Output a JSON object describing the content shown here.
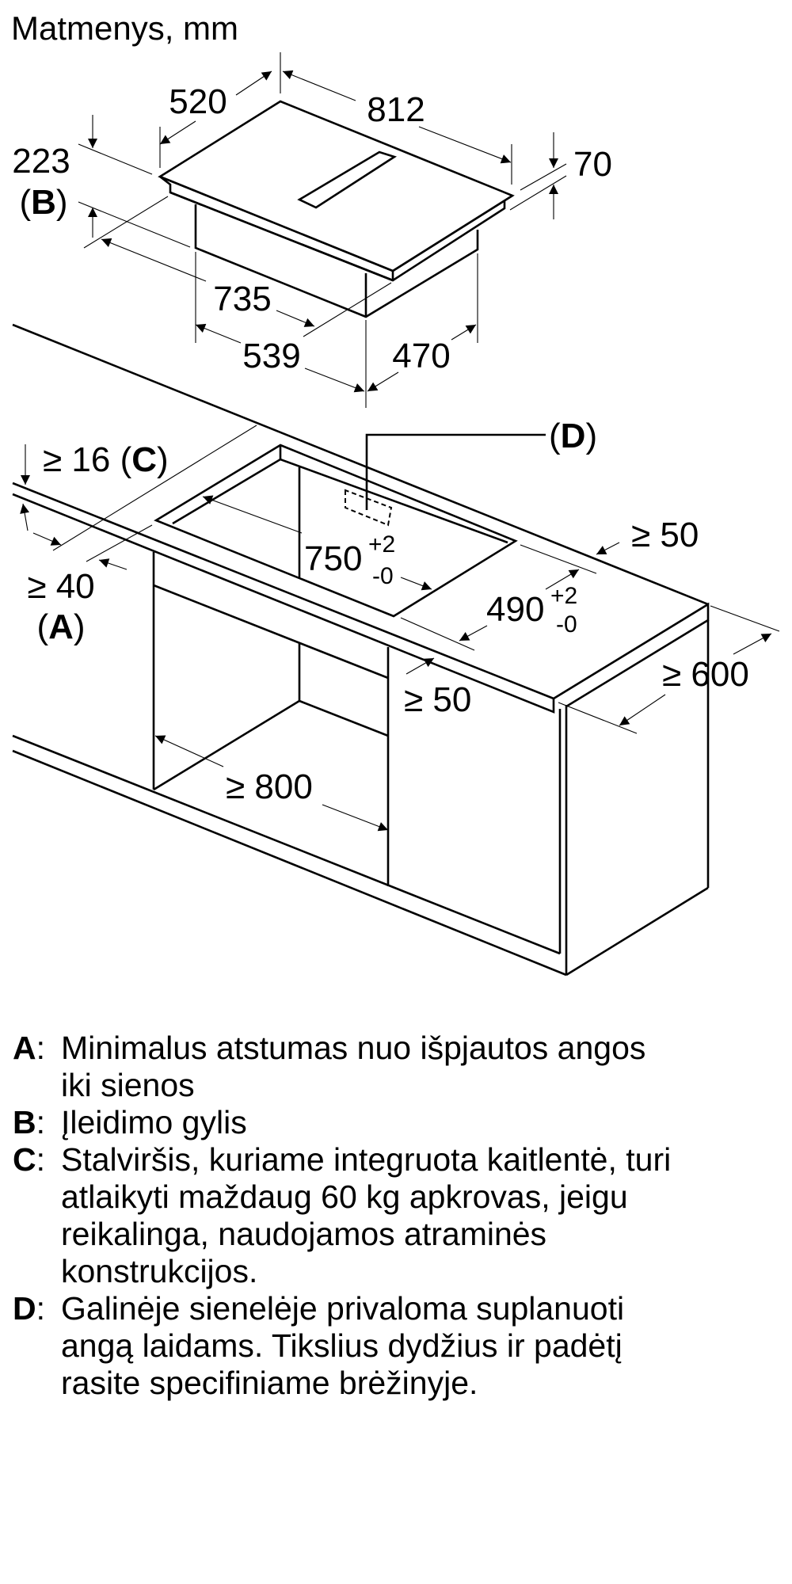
{
  "title": "Matmenys, mm",
  "paren": [
    "(",
    ")"
  ],
  "hob": {
    "depth": "520",
    "width": "812",
    "thickness": "70",
    "installed_height": "223",
    "installed_height_ref": "B",
    "body_width": "735",
    "body_depth_left": "539",
    "body_depth_right": "470"
  },
  "worktop": {
    "min_thickness": "≥ 16",
    "min_thickness_ref": "C",
    "min_wall_distance": "≥ 40",
    "min_wall_distance_ref": "A",
    "cutout_width": "750",
    "cutout_width_tol_plus": "+2",
    "cutout_width_tol_minus": "-0",
    "cutout_depth": "490",
    "cutout_depth_tol_plus": "+2",
    "cutout_depth_tol_minus": "-0",
    "min_rear_margin": "≥ 50",
    "min_front_margin": "≥ 50",
    "min_worktop_depth": "≥ 600",
    "min_cabinet_width": "≥ 800",
    "cable_opening_ref": "D"
  },
  "legend": {
    "separator": ":",
    "items": [
      {
        "letter": "A",
        "lines": [
          "Minimalus atstumas nuo išpjautos angos",
          "iki sienos"
        ]
      },
      {
        "letter": "B",
        "lines": [
          "Įleidimo gylis"
        ]
      },
      {
        "letter": "C",
        "lines": [
          "Stalviršis, kuriame integruota kaitlentė, turi",
          "atlaikyti maždaug 60 kg apkrovas, jeigu",
          "reikalinga, naudojamos atraminės",
          "konstrukcijos."
        ]
      },
      {
        "letter": "D",
        "lines": [
          "Galinėje sienelėje privaloma suplanuoti",
          "angą laidams. Tikslius dydžius ir padėtį",
          "rasite specifiniame brėžinyje."
        ]
      }
    ]
  }
}
